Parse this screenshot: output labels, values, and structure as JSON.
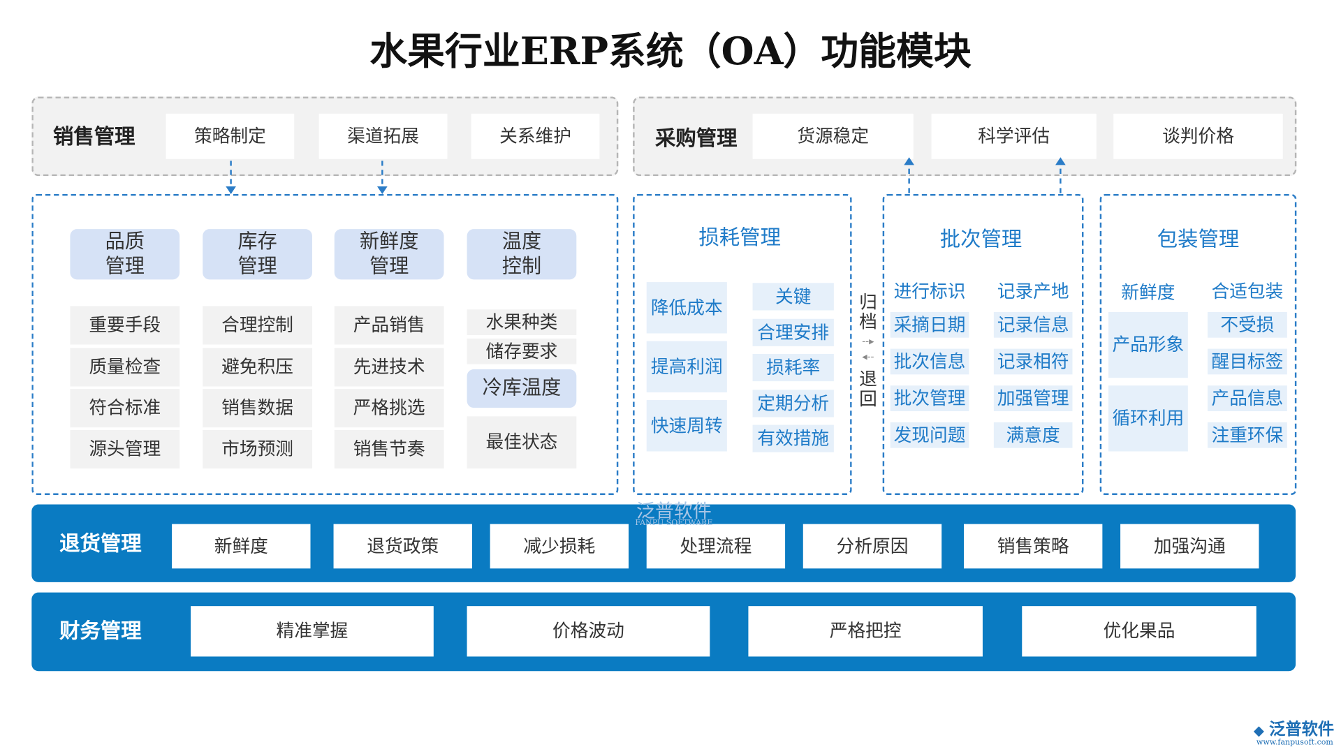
{
  "title": "水果行业ERP系统（OA）功能模块",
  "sales": {
    "label": "销售管理",
    "items": [
      "策略制定",
      "渠道拓展",
      "关系维护"
    ]
  },
  "purchase": {
    "label": "采购管理",
    "items": [
      "货源稳定",
      "科学评估",
      "谈判价格"
    ]
  },
  "quality": {
    "headers": [
      "品质\n管理",
      "库存\n管理",
      "新鲜度\n管理",
      "温度\n控制"
    ],
    "col1": [
      "重要手段",
      "质量检查",
      "符合标准",
      "源头管理"
    ],
    "col2": [
      "合理控制",
      "避免积压",
      "销售数据",
      "市场预测"
    ],
    "col3": [
      "产品销售",
      "先进技术",
      "严格挑选",
      "销售节奏"
    ],
    "col4": [
      "水果种类",
      "储存要求",
      "冷库温度",
      "最佳状态"
    ]
  },
  "loss": {
    "title": "损耗管理",
    "left": [
      "降低成本",
      "提高利润",
      "快速周转"
    ],
    "right": [
      "关键",
      "合理安排",
      "损耗率",
      "定期分析",
      "有效措施"
    ]
  },
  "flow": {
    "archive": "归档",
    "return": "退回"
  },
  "batch": {
    "title": "批次管理",
    "col1": [
      "进行标识",
      "采摘日期",
      "批次信息",
      "批次管理",
      "发现问题"
    ],
    "col2": [
      "记录产地",
      "记录信息",
      "记录相符",
      "加强管理",
      "满意度"
    ]
  },
  "packaging": {
    "title": "包装管理",
    "col1": [
      "新鲜度",
      "产品形象",
      "循环利用"
    ],
    "col2": [
      "合适包装",
      "不受损",
      "醒目标签",
      "产品信息",
      "注重环保"
    ]
  },
  "returns": {
    "label": "退货管理",
    "items": [
      "新鲜度",
      "退货政策",
      "减少损耗",
      "处理流程",
      "分析原因",
      "销售策略",
      "加强沟通"
    ]
  },
  "finance": {
    "label": "财务管理",
    "items": [
      "精准掌握",
      "价格波动",
      "严格把控",
      "优化果品"
    ]
  },
  "watermark": {
    "name": "泛普软件",
    "sub": "FANPU SOFTWARE"
  },
  "logo": {
    "name": "泛普软件",
    "url": "www.fanpusoft.com"
  },
  "colors": {
    "primary_blue": "#0a7bc2",
    "accent_text": "#1f7bc8",
    "header_fill": "#d6e2f6",
    "item_fill": "#f2f2f2"
  }
}
